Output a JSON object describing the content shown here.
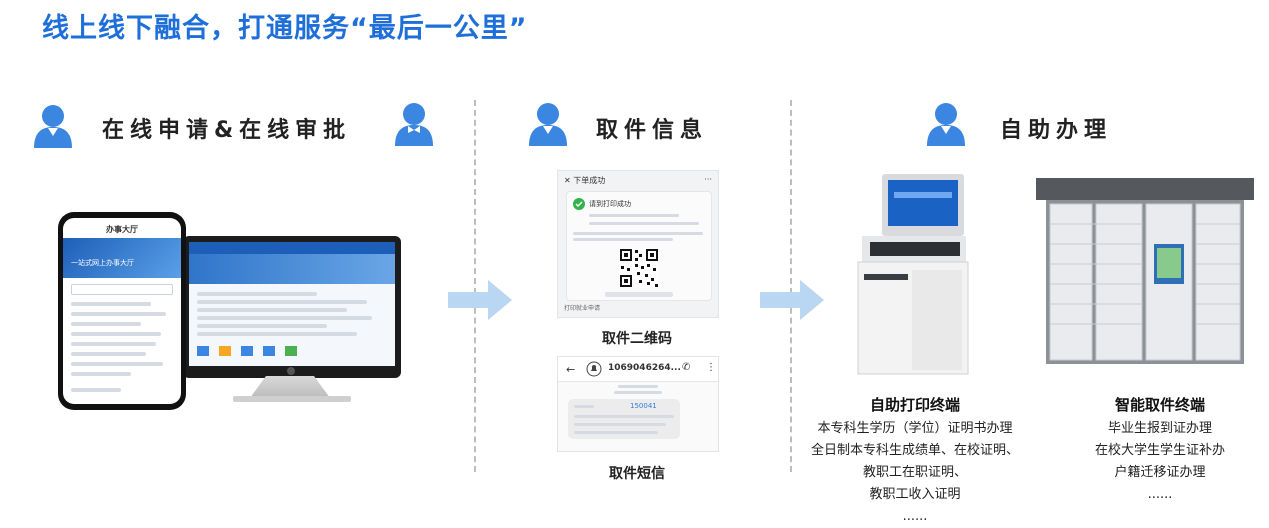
{
  "headline": "线上线下融合，打通服务“最后一公里”",
  "sections": {
    "online": {
      "title": "在线申请&在线审批",
      "icons": [
        "user-icon",
        "staff-icon"
      ]
    },
    "pickup": {
      "title": "取件信息",
      "icon": "user-icon"
    },
    "self_service": {
      "title": "自助办理",
      "icon": "user-icon"
    }
  },
  "pickup": {
    "order_screen": {
      "header": "下单成功",
      "menu": "···",
      "success": "请到打印成功",
      "footer": "打印就业申请"
    },
    "qr_caption": "取件二维码",
    "sms_screen": {
      "sender": "1069046264...",
      "pickup_code": "150041"
    },
    "sms_caption": "取件短信"
  },
  "terminals": [
    {
      "name": "自助打印终端",
      "items": [
        "本专科生学历（学位）证明书办理",
        "全日制本专科生成绩单、在校证明、",
        "教职工在职证明、",
        "教职工收入证明",
        "......"
      ]
    },
    {
      "name": "智能取件终端",
      "items": [
        "毕业生报到证办理",
        "在校大学生学生证补办",
        "户籍迁移证办理",
        "......"
      ]
    }
  ],
  "desktop": {
    "phone_title": "办事大厅",
    "phone_banner": "一站式网上办事大厅"
  },
  "colors": {
    "accent": "#1e6fd9",
    "arrow": "#b9d6f2",
    "divider": "#bdbdbd"
  }
}
